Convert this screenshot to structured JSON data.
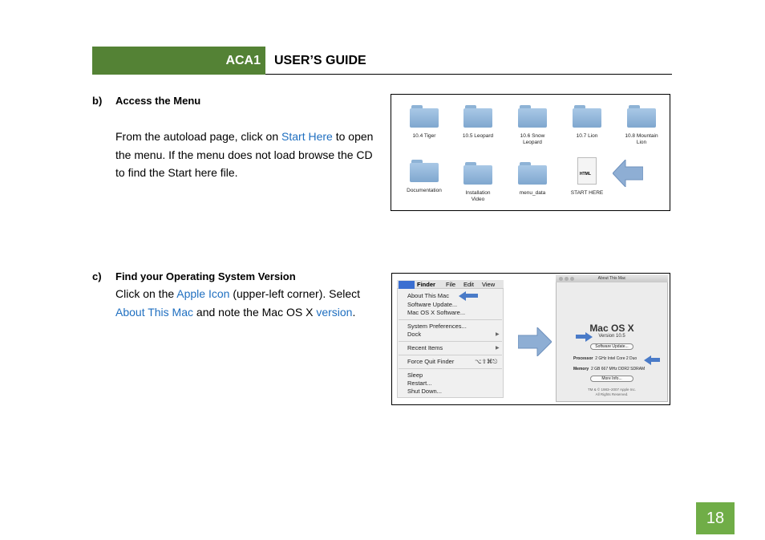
{
  "header": {
    "model": "ACA1",
    "title": "USER’S GUIDE"
  },
  "section_b": {
    "letter": "b)",
    "title": "Access the Menu",
    "text_before": "From the autoload page, click on ",
    "highlight": "Start Here",
    "text_after": " to open the menu. If the menu does not load browse the CD to find the Start here file.",
    "folders": [
      {
        "label1": "10.4 Tiger",
        "label2": ""
      },
      {
        "label1": "10.5 Leopard",
        "label2": ""
      },
      {
        "label1": "10.6 Snow",
        "label2": "Leopard"
      },
      {
        "label1": "10.7 Lion",
        "label2": ""
      },
      {
        "label1": "10.8 Mountain",
        "label2": "Lion"
      },
      {
        "label1": "Documentation",
        "label2": ""
      },
      {
        "label1": "Installation",
        "label2": "Video"
      },
      {
        "label1": "menu_data",
        "label2": ""
      }
    ],
    "start_file": {
      "badge": "HTML",
      "label": "START HERE"
    }
  },
  "section_c": {
    "letter": "c)",
    "title": "Find your Operating System Version",
    "line1_before": "Click on the ",
    "apple_icon": "Apple Icon",
    "line1_after": " (upper-left corner).  Select",
    "about_mac": "About This Mac",
    "line2_mid": " and note the Mac OS X ",
    "version_word": "version",
    "line2_end": ".",
    "menubar": {
      "apple": "",
      "finder": "Finder",
      "file": "File",
      "edit": "Edit",
      "view": "View"
    },
    "menu_items": [
      "About This Mac",
      "Software Update...",
      "Mac OS X Software...",
      "System Preferences...",
      "Dock",
      "Recent Items",
      "Force Quit Finder",
      "Sleep",
      "Restart...",
      "Shut Down..."
    ],
    "force_quit_shortcut": "⌥⇧⌘⎋",
    "about_window": {
      "title": "About This Mac",
      "apple": "",
      "os_name": "Mac OS X",
      "version": "Version 10.5",
      "software_update": "Software Update...",
      "processor_label": "Processor",
      "processor_value": "2 GHz Intel Core 2 Duo",
      "memory_label": "Memory",
      "memory_value": "2 GB 667 MHz DDR2 SDRAM",
      "more_info": "More Info...",
      "copyright1": "TM & © 1983–2007 Apple Inc.",
      "copyright2": "All Rights Reserved."
    }
  },
  "page_number": "18"
}
